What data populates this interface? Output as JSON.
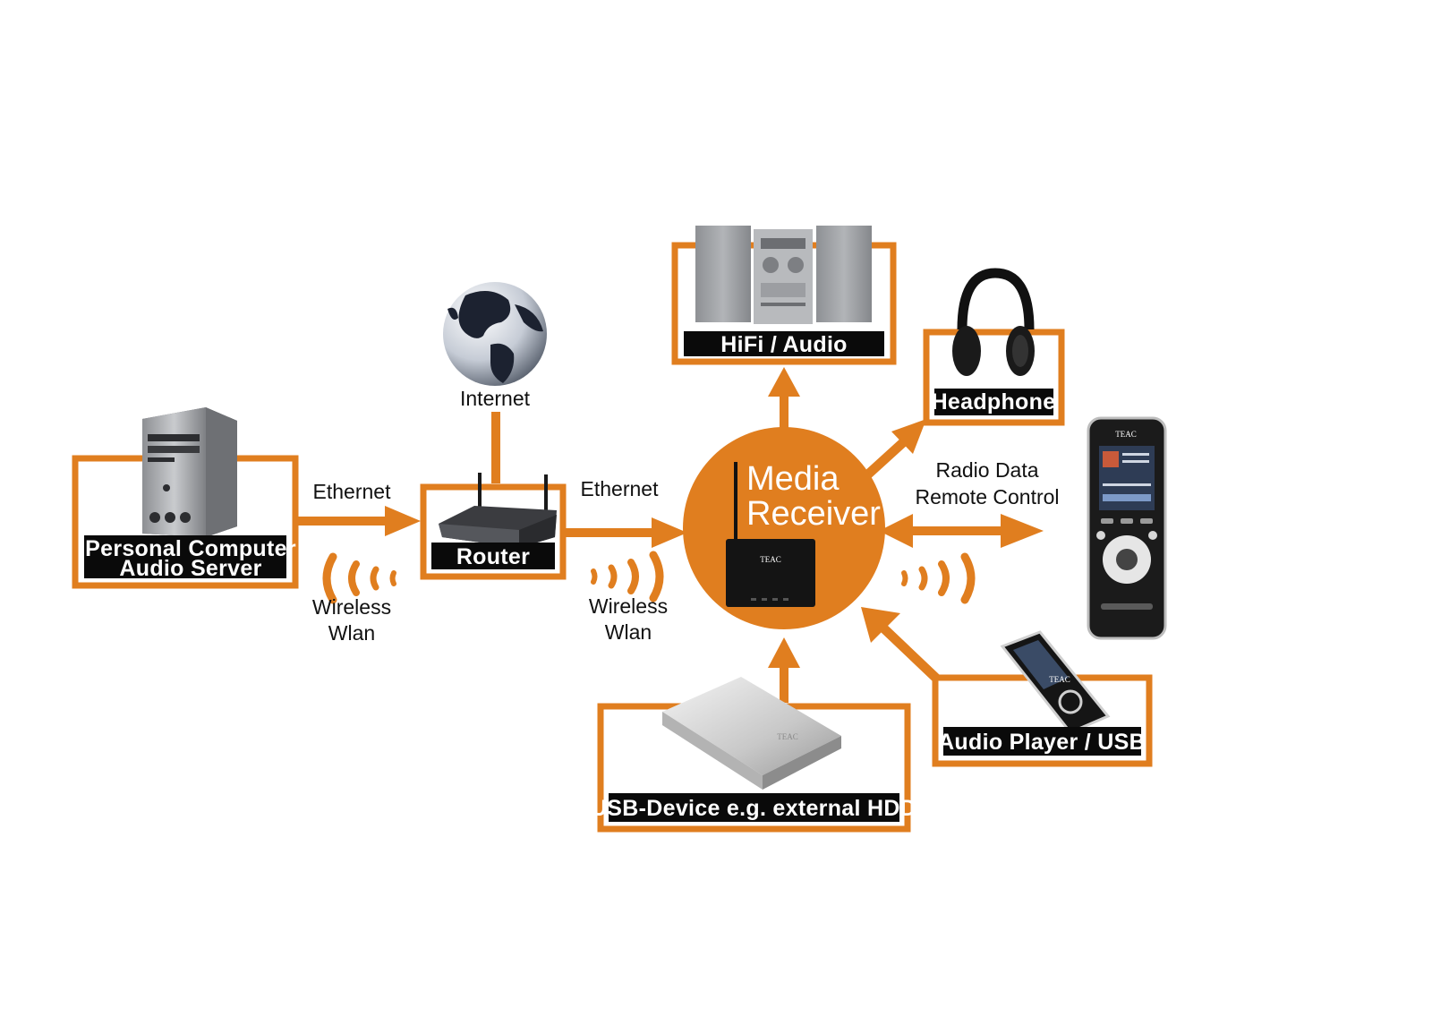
{
  "colors": {
    "accent": "#e07e1f",
    "label_bg": "#0a0a0a",
    "label_text": "#ffffff",
    "text": "#111111",
    "background": "#ffffff"
  },
  "nodes": {
    "pc": {
      "line1": "Personal Computer",
      "line2": "Audio Server",
      "icon": "desktop-tower-icon"
    },
    "router": {
      "label": "Router",
      "icon": "router-icon"
    },
    "internet": {
      "label": "Internet",
      "icon": "globe-icon"
    },
    "hifi": {
      "label": "HiFi / Audio",
      "icon": "stereo-system-icon"
    },
    "headphone": {
      "label": "Headphone",
      "icon": "headphones-icon"
    },
    "media_receiver": {
      "line1": "Media",
      "line2": "Receiver",
      "icon": "receiver-icon"
    },
    "remote": {
      "icon": "remote-control-icon"
    },
    "audio_player": {
      "label": "Audio Player / USB",
      "icon": "portable-player-icon"
    },
    "usb_device": {
      "label": "USB-Device e.g. external HDD",
      "icon": "external-hdd-icon"
    }
  },
  "links": {
    "pc_router_ethernet": "Ethernet",
    "pc_router_wireless_line1": "Wireless",
    "pc_router_wireless_line2": "Wlan",
    "router_receiver_ethernet": "Ethernet",
    "router_receiver_wireless_line1": "Wireless",
    "router_receiver_wireless_line2": "Wlan",
    "remote_line1": "Radio Data",
    "remote_line2": "Remote Control"
  },
  "brand": {
    "device_brand": "TEAC"
  }
}
